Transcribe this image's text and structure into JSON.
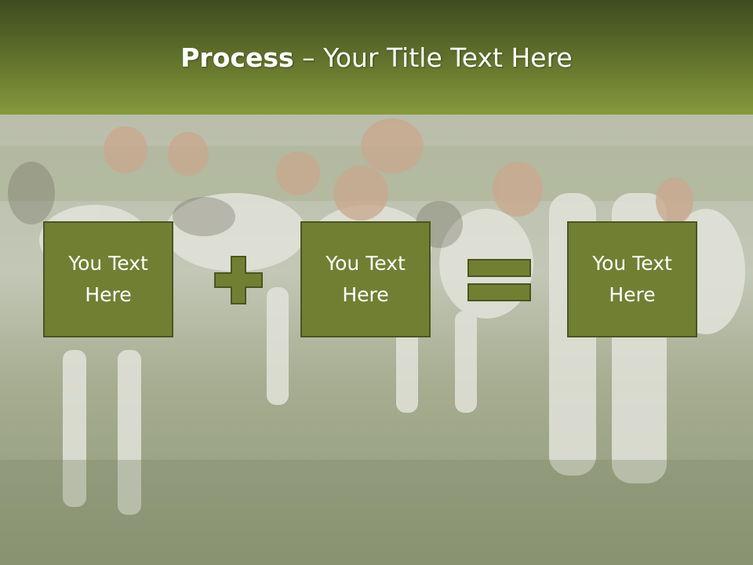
{
  "slide": {
    "title_bold": "Process",
    "title_rest": " – Your Title Text Here",
    "boxes": [
      {
        "text": "You Text Here"
      },
      {
        "text": "You Text Here"
      },
      {
        "text": "You Text Here"
      }
    ],
    "operators": [
      "plus-icon",
      "equals-icon"
    ]
  },
  "colors": {
    "header_top": "#3f4b20",
    "header_bottom": "#86993b",
    "box_fill": "#717f33",
    "box_border": "#4a5520",
    "operator_fill": "#717f33"
  },
  "background": {
    "subject": "hound-dogs-on-grass-photo"
  }
}
